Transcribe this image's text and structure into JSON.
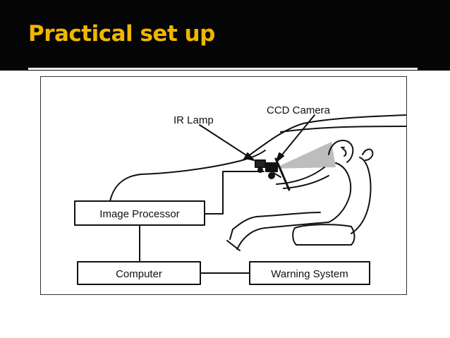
{
  "slide": {
    "title": "Practical set up"
  },
  "diagram": {
    "labels": {
      "ir_lamp": "IR Lamp",
      "ccd_camera": "CCD Camera"
    },
    "boxes": {
      "image_processor": "Image Processor",
      "computer": "Computer",
      "warning_system": "Warning System"
    }
  }
}
